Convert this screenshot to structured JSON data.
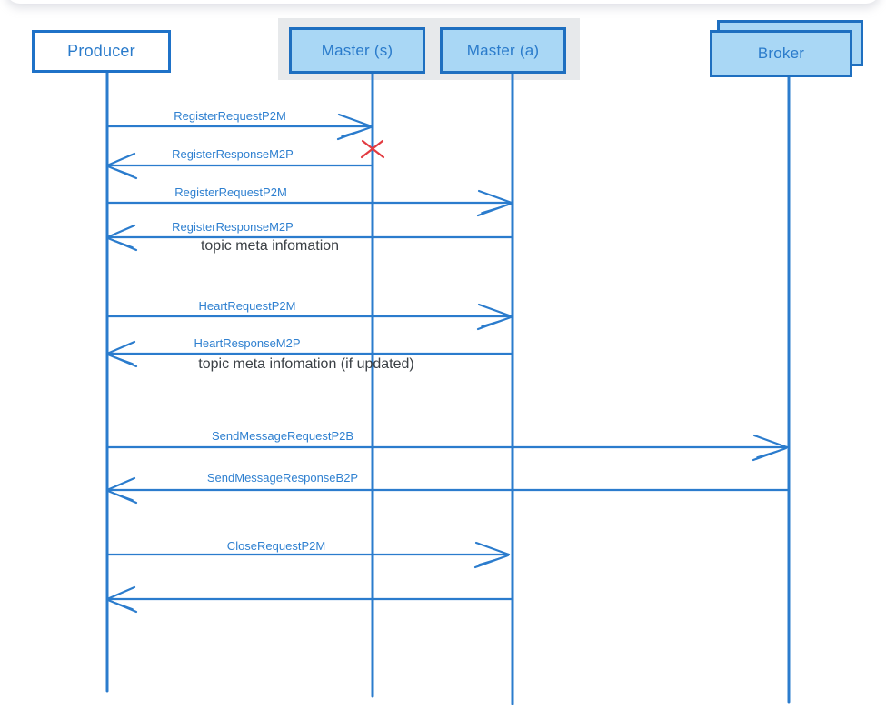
{
  "diagram": {
    "kind": "sequence-diagram",
    "actors": [
      {
        "id": "producer",
        "label": "Producer"
      },
      {
        "id": "master-s",
        "label": "Master (s)"
      },
      {
        "id": "master-a",
        "label": "Master (a)"
      },
      {
        "id": "broker",
        "label": "Broker",
        "stacked": true
      }
    ],
    "group_background": "behind Master (s) and Master (a)",
    "messages": [
      {
        "label": "RegisterRequestP2M",
        "from": "producer",
        "to": "master-s",
        "failed": true
      },
      {
        "label": "RegisterResponseM2P",
        "from": "master-s",
        "to": "producer"
      },
      {
        "label": "RegisterRequestP2M",
        "from": "producer",
        "to": "master-a"
      },
      {
        "label": "RegisterResponseM2P",
        "from": "master-a",
        "to": "producer",
        "note": "topic meta infomation"
      },
      {
        "label": "HeartRequestP2M",
        "from": "producer",
        "to": "master-a"
      },
      {
        "label": "HeartResponseM2P",
        "from": "master-a",
        "to": "producer",
        "note": "topic meta infomation (if updated)"
      },
      {
        "label": "SendMessageRequestP2B",
        "from": "producer",
        "to": "broker"
      },
      {
        "label": "SendMessageResponseB2P",
        "from": "broker",
        "to": "producer"
      },
      {
        "label": "CloseRequestP2M",
        "from": "producer",
        "to": "master-a"
      },
      {
        "label": "",
        "from": "master-a",
        "to": "producer"
      }
    ],
    "icons": {
      "failure_cross": "✕"
    },
    "colors": {
      "accent_blue": "#2b7ccd",
      "label_blue": "#2f80d0",
      "box_fill_blue": "#a9d7f5",
      "box_border_blue": "#1e6fc0",
      "producer_fill": "#ffffff",
      "group_band_gray": "#e7e9eb",
      "note_gray": "#3b4045",
      "error_red": "#e23b41"
    }
  }
}
